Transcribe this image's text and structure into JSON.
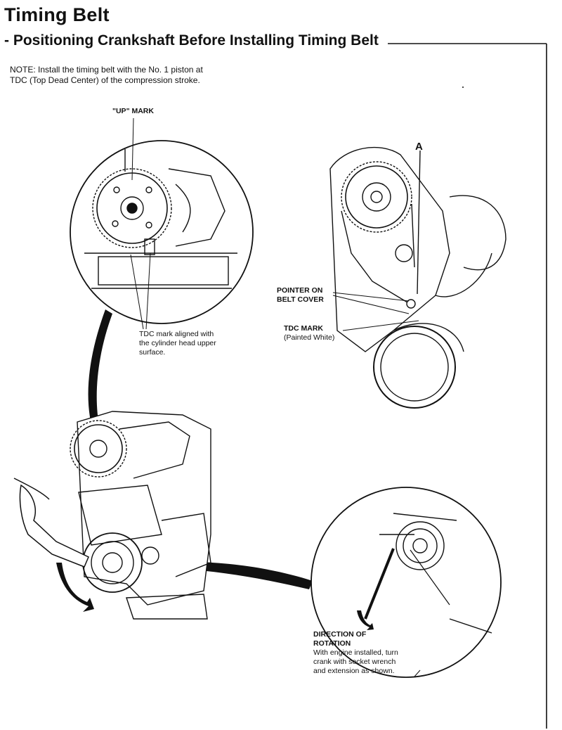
{
  "page": {
    "title": "Timing Belt",
    "subtitle": "- Positioning Crankshaft Before Installing Timing Belt",
    "note_line1": "NOTE: Install the timing belt with the No. 1 piston at",
    "note_line2": "TDC (Top Dead Center) of the compression stroke."
  },
  "callouts": {
    "up_mark": "\"UP\" MARK",
    "tdc_aligned_line1": "TDC mark aligned with",
    "tdc_aligned_line2": "the cylinder head upper",
    "tdc_aligned_line3": "surface.",
    "view_letter": "A",
    "pointer_line1": "POINTER ON",
    "pointer_line2": "BELT COVER",
    "tdc_mark": "TDC MARK",
    "painted_white": "(Painted White)",
    "direction_line1": "DIRECTION OF",
    "direction_line2": "ROTATION",
    "instr_line1": "With engine installed, turn",
    "instr_line2": "crank with socket wrench",
    "instr_line3": "and extension as shown."
  }
}
